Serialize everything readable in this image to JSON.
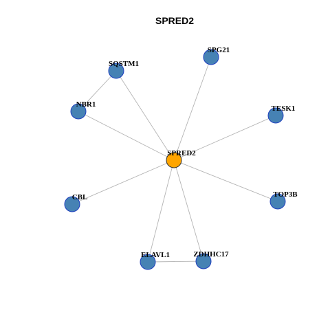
{
  "title": "SPRED2",
  "colors": {
    "center_node_fill": "#FFA500",
    "center_node_stroke": "#333333",
    "node_fill": "#4682B4",
    "node_stroke": "#1F3FBF",
    "edge": "#B4B4B4"
  },
  "nodes": [
    {
      "id": "SPRED2",
      "label": "SPRED2",
      "center": true
    },
    {
      "id": "SQSTM1",
      "label": "SQSTM1"
    },
    {
      "id": "SPG21",
      "label": "SPG21"
    },
    {
      "id": "NBR1",
      "label": "NBR1"
    },
    {
      "id": "TESK1",
      "label": "TESK1"
    },
    {
      "id": "CBL",
      "label": "CBL"
    },
    {
      "id": "TOP3B",
      "label": "TOP3B"
    },
    {
      "id": "ELAVL1",
      "label": "ELAVL1"
    },
    {
      "id": "ZDHHC17",
      "label": "ZDHHC17"
    }
  ],
  "edges": [
    [
      "SPRED2",
      "SQSTM1"
    ],
    [
      "SPRED2",
      "SPG21"
    ],
    [
      "SPRED2",
      "NBR1"
    ],
    [
      "SPRED2",
      "TESK1"
    ],
    [
      "SPRED2",
      "CBL"
    ],
    [
      "SPRED2",
      "TOP3B"
    ],
    [
      "SPRED2",
      "ELAVL1"
    ],
    [
      "SPRED2",
      "ZDHHC17"
    ],
    [
      "SQSTM1",
      "NBR1"
    ],
    [
      "ELAVL1",
      "ZDHHC17"
    ]
  ]
}
